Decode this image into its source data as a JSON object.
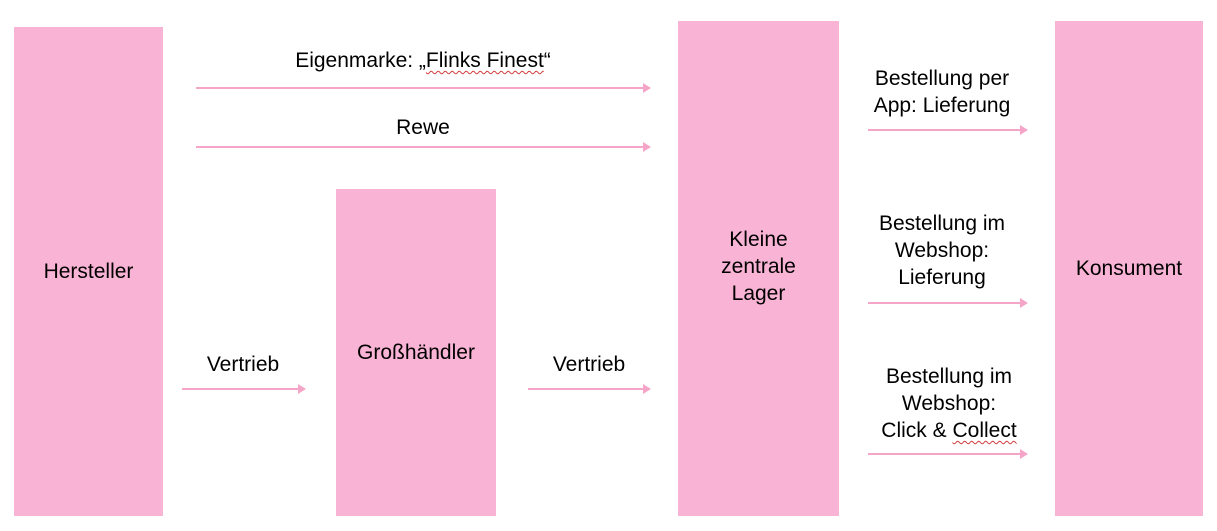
{
  "nodes": {
    "hersteller": "Hersteller",
    "grosshaendler": "Großhändler",
    "lager": [
      "Kleine",
      "zentrale",
      "Lager"
    ],
    "konsument": "Konsument"
  },
  "edges": {
    "eigenmarke_prefix": "Eigenmarke: „",
    "eigenmarke_brand": "Flinks Finest",
    "eigenmarke_suffix": "“",
    "rewe": "Rewe",
    "vertrieb_left": "Vertrieb",
    "vertrieb_right": "Vertrieb",
    "app_lieferung": [
      "Bestellung per",
      "App: Lieferung"
    ],
    "webshop_lieferung": [
      "Bestellung im",
      "Webshop:",
      "Lieferung"
    ],
    "webshop_click_line1": "Bestellung im",
    "webshop_click_line2": "Webshop:",
    "webshop_click_line3_a": "Click & ",
    "webshop_click_line3_b": "Collect"
  },
  "colors": {
    "box": "#f9b3d4",
    "arrow": "#f5a6c8"
  }
}
